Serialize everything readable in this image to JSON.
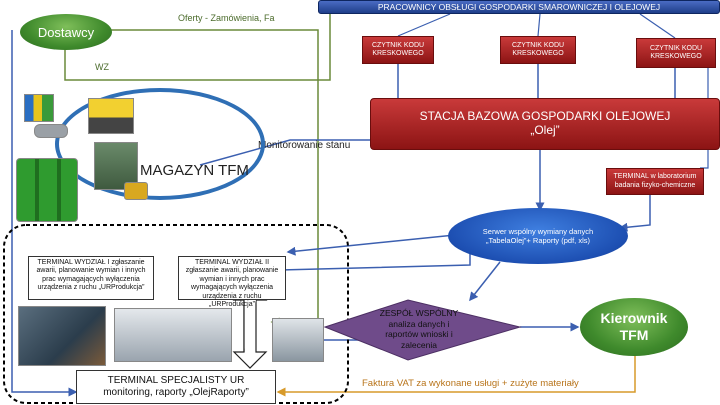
{
  "nodes": {
    "dostawcy": "Dostawcy",
    "pracownicy": "PRACOWNICY OBSŁUGI GOSPODARKI SMAROWNICZEJ I OLEJOWEJ",
    "czytnik": "CZYTNIK KODU KRESKOWEGO",
    "stacja_line1": "STACJA BAZOWA GOSPODARKI OLEJOWEJ",
    "stacja_line2": "„Olej”",
    "magazyn": "MAGAZYN TFM",
    "terminal_lab": "TERMINAL w laboratorium badania fizyko-chemiczne",
    "serwer": "Serwer wspólny wymiany danych „TabelaOlej”+ Raporty (pdf, xls)",
    "terminal_w1": "TERMINAL WYDZIAŁ I zgłaszanie awarii, planowanie wymian i innych prac wymagających wyłączenia urządzenia z ruchu „URProdukcja”",
    "terminal_w2": "TERMINAL WYDZIAŁ II zgłaszanie awarii, planowanie wymian i innych prac wymagających wyłączenia urządzenia z ruchu „URProdukcja”",
    "terminal_specjalisty_line1": "TERMINAL SPECJALISTY UR",
    "terminal_specjalisty_line2": "monitoring, raporty „OlejRaporty”",
    "zespol_title": "ZESPÓŁ WSPÓLNY",
    "zespol_body": "analiza danych i raportów wnioski i zalecenia",
    "kierownik": "Kierownik TFM"
  },
  "edge_labels": {
    "oferty": "Oferty - Zamówienia, Fa",
    "wz": "WZ",
    "monitorowanie": "Monitorowanie stanu",
    "faktura": "Faktura VAT za wykonane usługi + zużyte materiały"
  },
  "colors": {
    "green": "#3f8a2c",
    "blue_wire": "#3b5fb0",
    "green_wire": "#6a8a3a",
    "orange_wire": "#d79a2a",
    "red_box": "#b02828",
    "purple_diamond": "#7a3b8a",
    "banner_blue": "#1f3e8a"
  }
}
